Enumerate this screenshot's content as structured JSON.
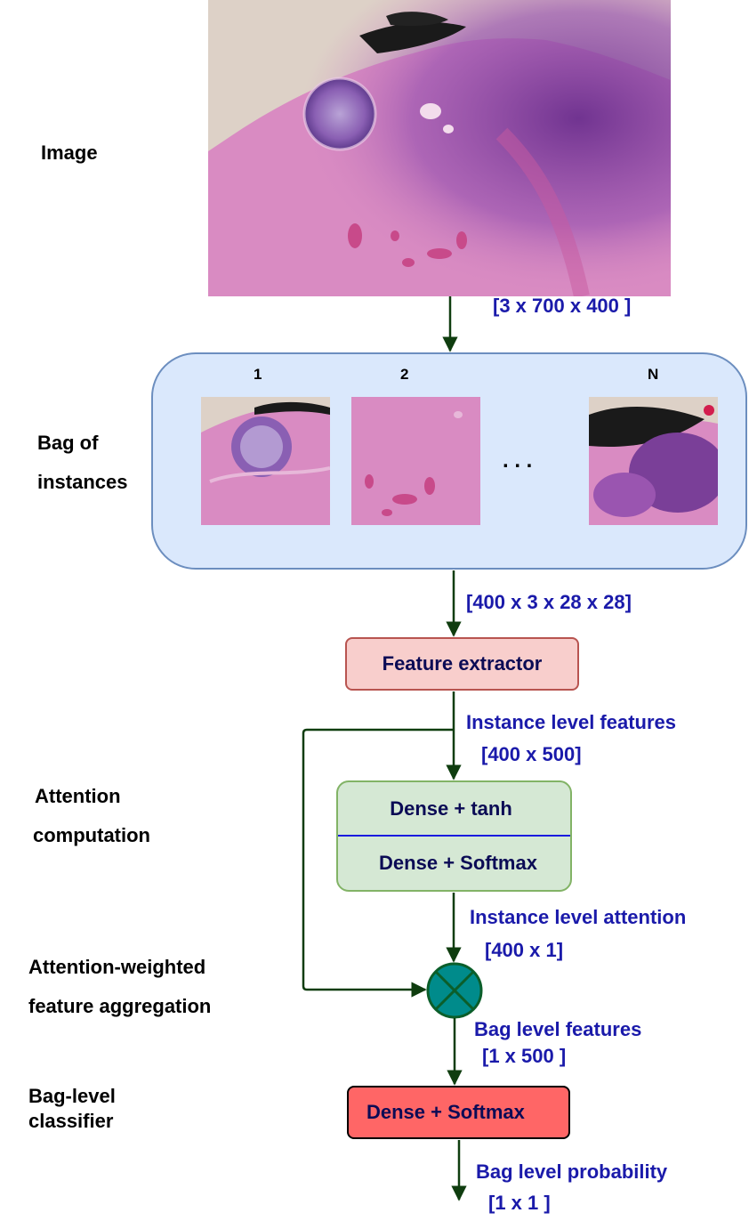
{
  "labels": {
    "image": "Image",
    "bag_line1": "Bag of",
    "bag_line2": "instances",
    "attention_line1": "Attention",
    "attention_line2": "computation",
    "aggregation_line1": "Attention-weighted",
    "aggregation_line2": "feature aggregation",
    "classifier_line1": "Bag-level",
    "classifier_line2": "classifier"
  },
  "instances": {
    "numbers": [
      "1",
      "2",
      "N"
    ],
    "ellipsis": ". . ."
  },
  "dims": {
    "image": "[3 x 700 x 400 ]",
    "bag": "[400 x 3 x 28 x 28]",
    "instance_features_label": "Instance level features",
    "instance_features_dim": "[400 x 500]",
    "instance_attention_label": "Instance level attention",
    "instance_attention_dim": "[400 x 1]",
    "bag_features_label": "Bag level features",
    "bag_features_dim": "[1 x 500 ]",
    "bag_probability_label": "Bag level probability",
    "bag_probability_dim": "[1 x 1 ]"
  },
  "boxes": {
    "feature_extractor": "Feature extractor",
    "dense_tanh": "Dense + tanh",
    "dense_softmax": "Dense + Softmax",
    "classifier": "Dense + Softmax"
  },
  "colors": {
    "arrow": "#0f3d0f",
    "dim_text": "#1a1aaa",
    "bag_fill": "#dae8fc",
    "bag_border": "#6c8ebf",
    "feature_fill": "#f8cecc",
    "feature_border": "#b85450",
    "attention_fill": "#d5e8d4",
    "attention_border": "#82b366",
    "attention_divider": "#1a1adf",
    "classifier_fill": "#ff6666",
    "classifier_border": "#000000",
    "aggregator_fill": "#008b8b",
    "tissue_pink": "#d98bc2",
    "tissue_purple": "#7a3f98"
  },
  "icons": {
    "aggregator": "multiply-circle-icon"
  }
}
